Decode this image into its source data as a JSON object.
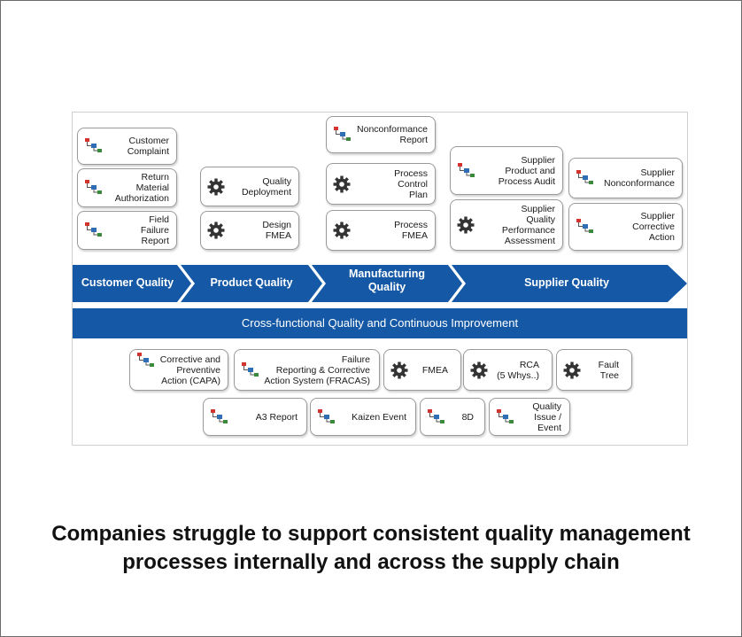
{
  "cards": {
    "customer_complaint": "Customer\nComplaint",
    "return_material_authorization": "Return\nMaterial\nAuthorization",
    "field_failure_report": "Field\nFailure\nReport",
    "quality_deployment": "Quality\nDeployment",
    "design_fmea": "Design\nFMEA",
    "nonconformance_report": "Nonconformance\nReport",
    "process_control_plan": "Process\nControl\nPlan",
    "process_fmea": "Process\nFMEA",
    "supplier_product_process_audit": "Supplier\nProduct and\nProcess Audit",
    "supplier_quality_performance_assessment": "Supplier\nQuality\nPerformance\nAssessment",
    "supplier_nonconformance": "Supplier\nNonconformance",
    "supplier_corrective_action": "Supplier\nCorrective\nAction",
    "capa": "Corrective and\nPreventive\nAction (CAPA)",
    "fracas": "Failure\nReporting & Corrective\nAction System (FRACAS)",
    "fmea": "FMEA",
    "rca": "RCA\n(5 Whys..)",
    "fault_tree": "Fault\nTree",
    "a3_report": "A3 Report",
    "kaizen_event": "Kaizen Event",
    "eight_d": "8D",
    "quality_issue_event": "Quality\nIssue /\nEvent"
  },
  "stages": {
    "customer_quality": "Customer Quality",
    "product_quality": "Product Quality",
    "manufacturing_quality": "Manufacturing\nQuality",
    "supplier_quality": "Supplier Quality"
  },
  "cross_functional_label": "Cross-functional Quality and Continuous Improvement",
  "headline": "Companies struggle to support consistent quality management processes internally and across the supply chain",
  "colors": {
    "stage_blue": "#1558a6",
    "icon_red": "#d4322c",
    "icon_blue": "#2f6db5",
    "icon_green": "#3b8a3b",
    "gear": "#333333"
  }
}
